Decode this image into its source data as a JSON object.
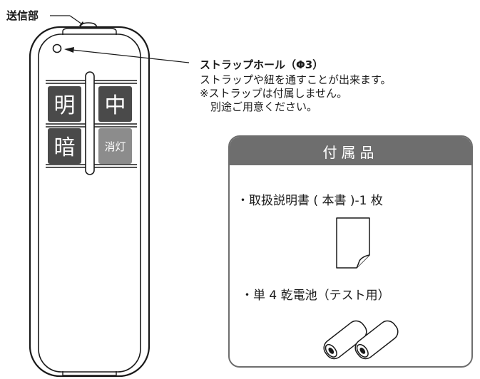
{
  "labels": {
    "transmitter": "送信部",
    "strap_hole_title": "ストラップホール（Φ3）",
    "strap_hole_desc": [
      "ストラップや紐を通すことが出来ます。",
      "※ストラップは付属しません。",
      "　別途ご用意ください。"
    ]
  },
  "remote": {
    "buttons": {
      "bright": "明",
      "medium": "中",
      "dim": "暗",
      "off": "消灯"
    }
  },
  "accessories": {
    "title": "付属品",
    "items": [
      "・取扱説明書 ( 本書 )-1 枚",
      "・単 4 乾電池（テスト用）"
    ]
  },
  "colors": {
    "button_dark": "#4a4a4a",
    "button_light": "#8c8c8c",
    "panel_header": "#6e6e6e",
    "line": "#1a1a1a"
  }
}
